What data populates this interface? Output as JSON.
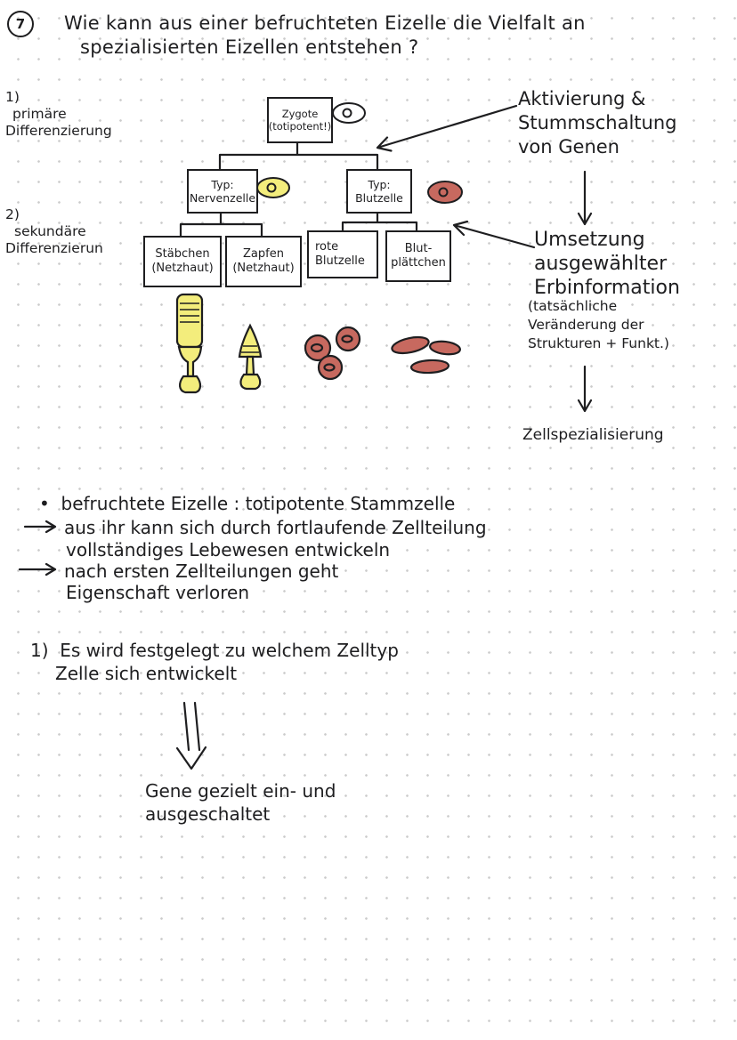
{
  "colors": {
    "ink": "#1e1e20",
    "yellow": "#f3ed7c",
    "red": "#c7695f",
    "dot": "#cbcbcb"
  },
  "header": {
    "number": "7",
    "title_line1": "Wie kann aus einer befruchteten Eizelle die Vielfalt an",
    "title_line2": "spezialisierten Eizellen entstehen ?"
  },
  "side_labels": {
    "first_num": "1)",
    "first_line1": "primäre",
    "first_line2": "Differenzierung",
    "second_num": "2)",
    "second_line1": "sekundäre",
    "second_line2": "Differenzierun"
  },
  "tree": {
    "zygote_line1": "Zygote",
    "zygote_line2": "(totipotent!)",
    "nerven_line1": "Typ:",
    "nerven_line2": "Nervenzelle",
    "blut_line1": "Typ:",
    "blut_line2": "Blutzelle",
    "staebchen_line1": "Stäbchen",
    "staebchen_line2": "(Netzhaut)",
    "zapfen_line1": "Zapfen",
    "zapfen_line2": "(Netzhaut)",
    "rote_line1": "rote",
    "rote_line2": "Blutzelle",
    "plaettchen_line1": "Blut-",
    "plaettchen_line2": "plättchen"
  },
  "annotations": {
    "aktivierung_line1": "Aktivierung &",
    "aktivierung_line2": "Stummschaltung",
    "aktivierung_line3": "von Genen",
    "umsetzung_line1": "Umsetzung",
    "umsetzung_line2": "ausgewählter",
    "umsetzung_line3": "Erbinformation",
    "note_line1": "(tatsächliche",
    "note_line2": "Veränderung der",
    "note_line3": "Strukturen + Funkt.)",
    "result": "Zellspezialisierung"
  },
  "notes": {
    "bullet_text": "befruchtete Eizelle : totipotente Stammzelle",
    "arrow1_line1": "aus ihr kann sich durch fortlaufende Zellteilung",
    "arrow1_line2": "vollständiges Lebewesen entwickeln",
    "arrow2_line1": "nach ersten Zellteilungen geht",
    "arrow2_line2": "Eigenschaft verloren",
    "point1_num": "1)",
    "point1_line1": "Es wird festgelegt zu welchem Zelltyp",
    "point1_line2": "Zelle sich entwickelt",
    "conclusion_line1": "Gene gezielt ein- und",
    "conclusion_line2": "ausgeschaltet"
  },
  "glyphs": {
    "bullet": "•"
  }
}
